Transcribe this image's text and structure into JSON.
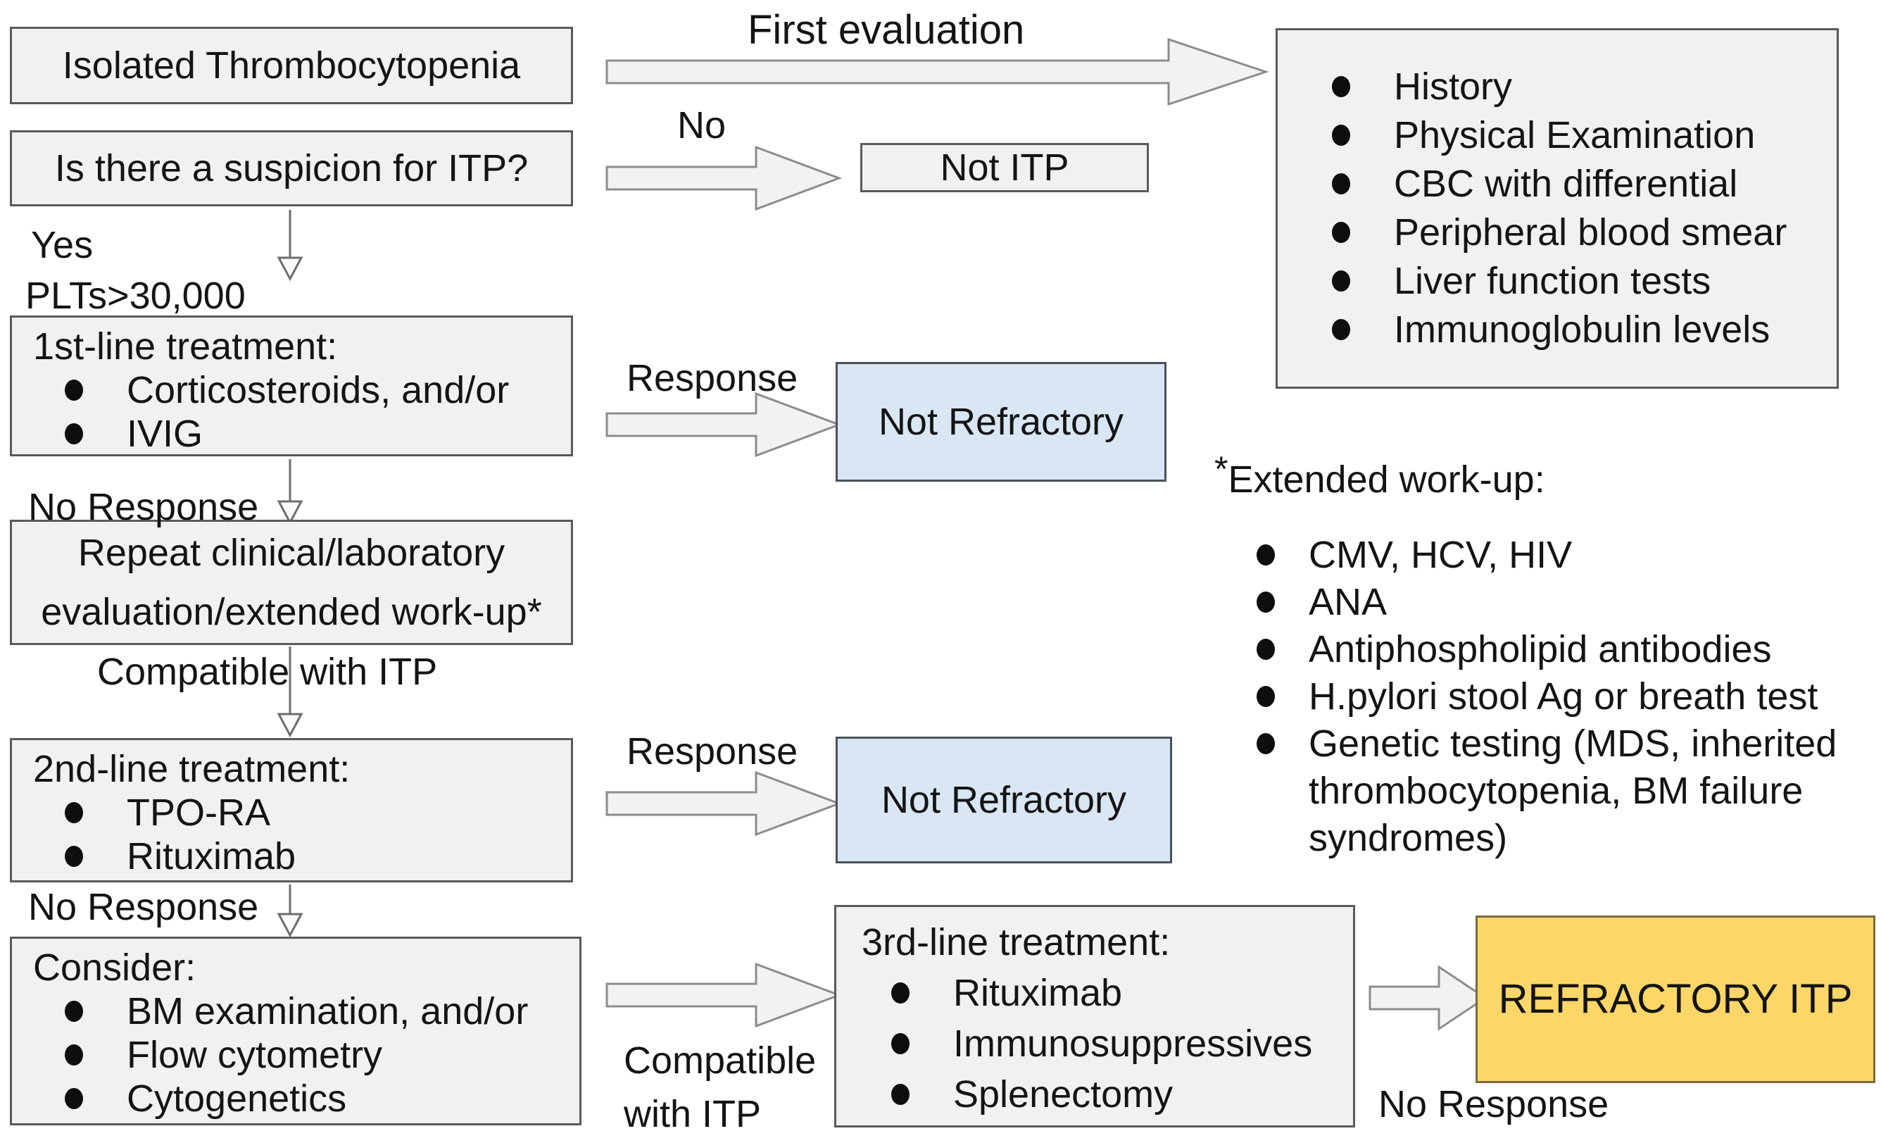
{
  "colors": {
    "background": "#ffffff",
    "text": "#141414",
    "box_fill": "#f1f1f1",
    "box_border": "#5a5a5a",
    "blue_fill": "#d9e6f4",
    "blue_border": "#49525a",
    "yellow_fill": "#fcd667",
    "yellow_border": "#7a6a3e",
    "arrow_fill": "#f2f2f2",
    "arrow_stroke": "#8c8c8c",
    "thin_arrow": "#6e6e6e"
  },
  "boxes": {
    "isolated_thrombocytopenia": "Isolated Thrombocytopenia",
    "suspicion_question": "Is there a suspicion for ITP?",
    "not_itp": "Not ITP",
    "first_evaluation_workup": {
      "items": [
        "History",
        "Physical Examination",
        "CBC with differential",
        "Peripheral blood smear",
        "Liver function tests",
        "Immunoglobulin levels"
      ]
    },
    "first_line_treatment": {
      "title": "1st-line treatment:",
      "items": [
        "Corticosteroids, and/or",
        "IVIG"
      ]
    },
    "not_refractory_top": "Not Refractory",
    "repeat_evaluation": "Repeat clinical/laboratory evaluation/extended work-up*",
    "second_line_treatment": {
      "title": "2nd-line treatment:",
      "items": [
        "TPO-RA",
        "Rituximab"
      ]
    },
    "not_refractory_bottom": "Not Refractory",
    "consider": {
      "title": "Consider:",
      "items": [
        "BM examination, and/or",
        "Flow cytometry",
        "Cytogenetics"
      ]
    },
    "third_line_treatment": {
      "title": "3rd-line treatment:",
      "items": [
        "Rituximab",
        "Immunosuppressives",
        "Splenectomy"
      ]
    },
    "refractory_itp": "REFRACTORY ITP"
  },
  "extended_workup": {
    "marker": "*",
    "title": "Extended work-up:",
    "items": [
      "CMV, HCV, HIV",
      "ANA",
      "Antiphospholipid antibodies",
      "H.pylori stool Ag or breath test",
      "Genetic testing (MDS, inherited thrombocytopenia, BM failure syndromes)"
    ]
  },
  "labels": {
    "first_evaluation": "First evaluation",
    "no": "No",
    "yes": "Yes",
    "plts": "PLTs>30,000",
    "response_first": "Response",
    "no_response_first": "No Response",
    "compatible_with_itp_first": "Compatible with ITP",
    "response_second": "Response",
    "no_response_second": "No Response",
    "compatible_with_itp_second": "Compatible with ITP",
    "no_response_third": "No Response"
  }
}
